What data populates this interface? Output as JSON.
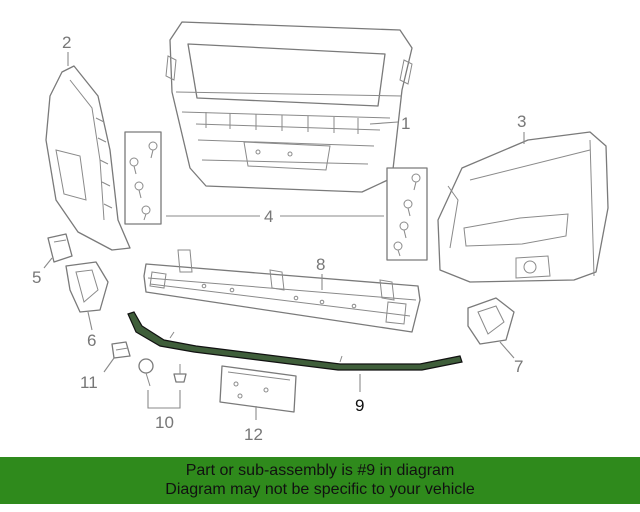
{
  "callouts": {
    "c1": "1",
    "c2": "2",
    "c3": "3",
    "c4": "4",
    "c5": "5",
    "c6": "6",
    "c7": "7",
    "c8": "8",
    "c9": "9",
    "c10": "10",
    "c11": "11",
    "c12": "12"
  },
  "highlight": {
    "callout": "9",
    "color": "#3f5e3a"
  },
  "banner": {
    "line1": "Part or sub-assembly is #9 in diagram",
    "line2": "Diagram may not be specific to your vehicle",
    "background": "#2f8a1c"
  }
}
